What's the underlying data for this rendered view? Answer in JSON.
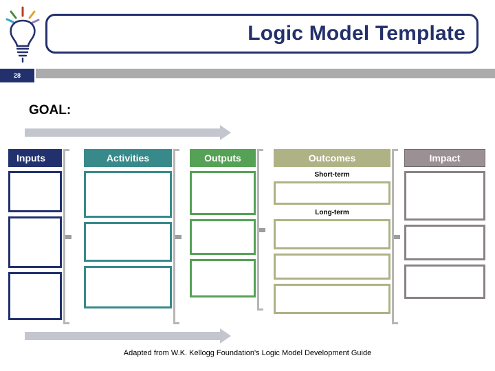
{
  "header": {
    "title": "Logic Model Template",
    "page_number": "28",
    "bulb_icon": "lightbulb-icon",
    "ray_colors": [
      "#2FA8C6",
      "#4C8B3A",
      "#C0392B",
      "#E0A030",
      "#8E7CC3"
    ],
    "title_border_color": "#24306C",
    "title_text_color": "#24306C",
    "rule_color": "#ABABAB",
    "badge_bg": "#22306E"
  },
  "goal": {
    "label": "GOAL:"
  },
  "arrows": {
    "color": "#C3C6CE",
    "top_arrow_name": "goal-flow-arrow",
    "bottom_arrow_name": "impact-flow-arrow"
  },
  "columns": [
    {
      "id": "inputs",
      "label": "Inputs",
      "header_bg": "#22306E",
      "border_color": "#22306E",
      "header_align": "left",
      "boxes": [
        {
          "height": 60
        },
        {
          "height": 75
        },
        {
          "height": 70
        }
      ]
    },
    {
      "id": "activities",
      "label": "Activities",
      "header_bg": "#37898A",
      "border_color": "#37898A",
      "header_align": "center",
      "boxes": [
        {
          "height": 68
        },
        {
          "height": 58
        },
        {
          "height": 62
        }
      ]
    },
    {
      "id": "outputs",
      "label": "Outputs",
      "header_bg": "#55A155",
      "border_color": "#55A155",
      "header_align": "center",
      "boxes": [
        {
          "height": 64
        },
        {
          "height": 52
        },
        {
          "height": 56
        }
      ]
    },
    {
      "id": "outcomes",
      "label": "Outcomes",
      "header_bg": "#AFB284",
      "border_color": "#AFB284",
      "header_align": "center",
      "sub_labels": [
        "Short-term",
        "Long-term"
      ],
      "boxes": [
        {
          "height": 34
        },
        {
          "height": 44
        },
        {
          "height": 38
        },
        {
          "height": 44
        }
      ]
    },
    {
      "id": "impact",
      "label": "Impact",
      "header_bg": "#9B9093",
      "border_color": "#8A8285",
      "header_align": "center",
      "boxes": [
        {
          "height": 72
        },
        {
          "height": 52
        },
        {
          "height": 50
        }
      ]
    }
  ],
  "footer": {
    "attribution": "Adapted from W.K. Kellogg Foundation's Logic Model Development Guide"
  }
}
